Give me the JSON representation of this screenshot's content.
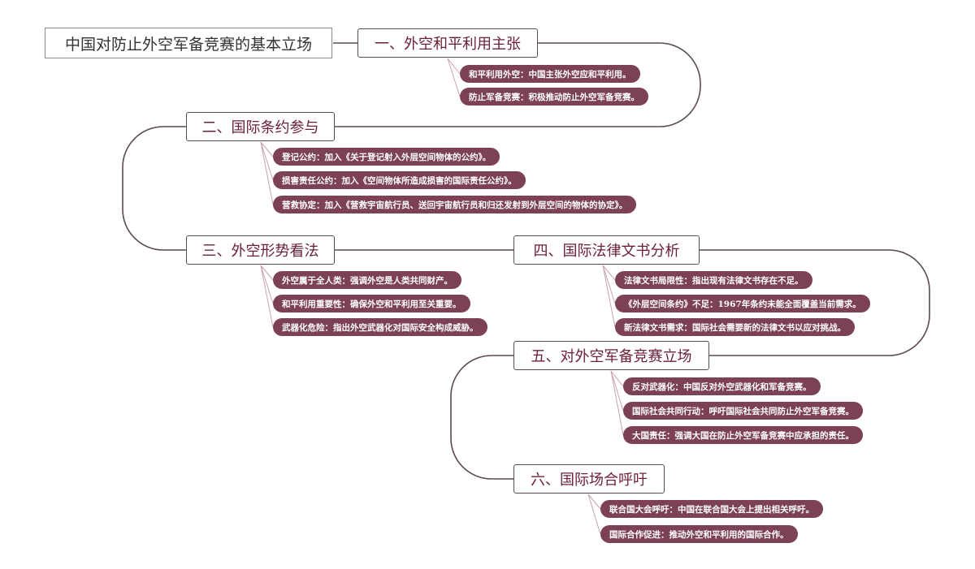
{
  "root": {
    "title": "中国对防止外空军备竞赛的基本立场"
  },
  "colors": {
    "main_text": "#6b1f34",
    "pill_bg": "#7d4157",
    "connector": "#5a4b52",
    "sub_link": "#c8a2ad"
  },
  "sections": [
    {
      "title": "一、外空和平利用主张",
      "items": [
        "和平利用外空：中国主张外空应和平利用。",
        "防止军备竞赛：积极推动防止外空军备竞赛。"
      ]
    },
    {
      "title": "二、国际条约参与",
      "items": [
        "登记公约：加入《关于登记射入外层空间物体的公约》。",
        "损害责任公约：加入《空间物体所造成损害的国际责任公约》。",
        "营救协定：加入《营救宇宙航行员、送回宇宙航行员和归还发射到外层空间的物体的协定》。"
      ]
    },
    {
      "title": "三、外空形势看法",
      "items": [
        "外空属于全人类：强调外空是人类共同财产。",
        "和平利用重要性：确保外空和平利用至关重要。",
        "武器化危险：指出外空武器化对国际安全构成威胁。"
      ]
    },
    {
      "title": "四、国际法律文书分析",
      "items": [
        "法律文书局限性：指出现有法律文书存在不足。",
        "《外层空间条约》不足：1967年条约未能全面覆盖当前需求。",
        "新法律文书需求：国际社会需要新的法律文书以应对挑战。"
      ]
    },
    {
      "title": "五、对外空军备竞赛立场",
      "items": [
        "反对武器化：中国反对外空武器化和军备竞赛。",
        "国际社会共同行动：呼吁国际社会共同防止外空军备竞赛。",
        "大国责任：强调大国在防止外空军备竞赛中应承担的责任。"
      ]
    },
    {
      "title": "六、国际场合呼吁",
      "items": [
        "联合国大会呼吁：中国在联合国大会上提出相关呼吁。",
        "国际合作促进：推动外空和平利用的国际合作。"
      ]
    }
  ]
}
